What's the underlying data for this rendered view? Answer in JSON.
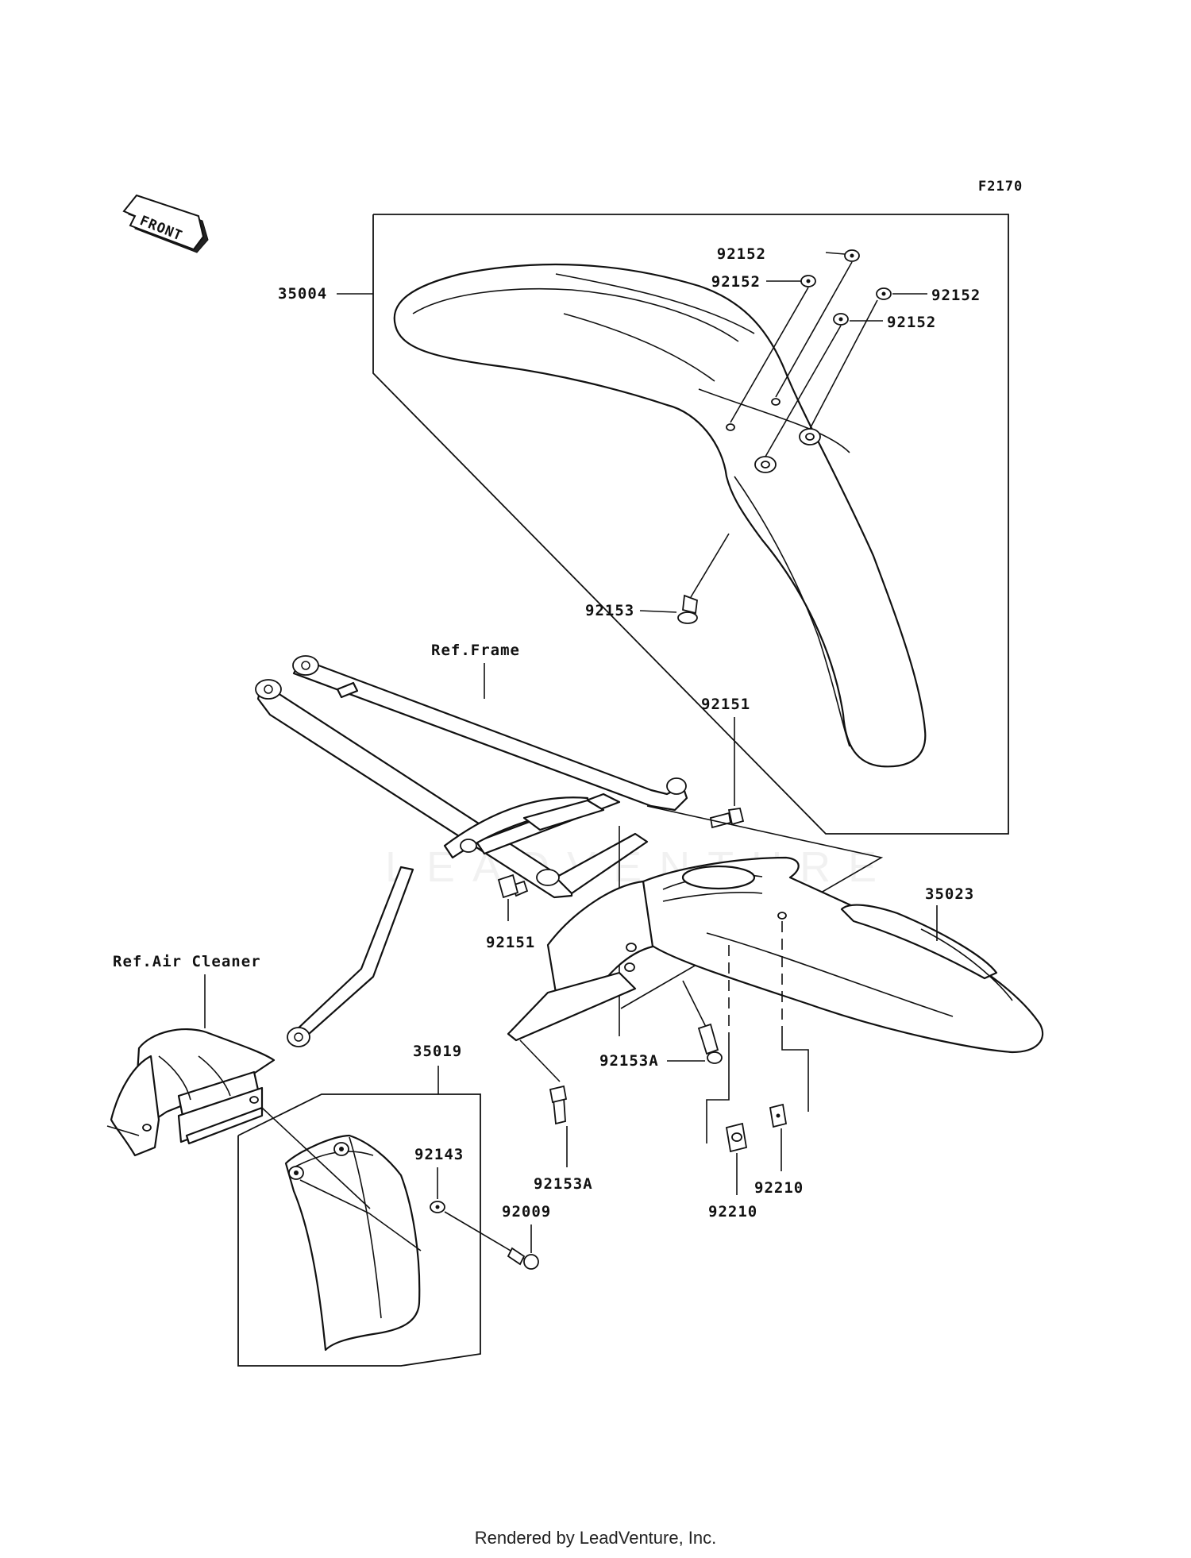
{
  "figure_code": "F2170",
  "front_arrow_label": "FRONT",
  "watermark": "LEADVENTURE",
  "footer": "Rendered by LeadVenture, Inc.",
  "references": {
    "frame": "Ref.Frame",
    "air_cleaner": "Ref.Air Cleaner"
  },
  "callouts": {
    "front_fender": "35004",
    "washer_a": "92152",
    "washer_b": "92152",
    "washer_c": "92152",
    "washer_d": "92152",
    "front_fender_bolt": "92153",
    "frame_bolt_upper": "92151",
    "frame_bolt_lower": "92151",
    "rear_fender": "35023",
    "rear_fender_bolt_a": "92153A",
    "rear_fender_bolt_b": "92153A",
    "nut_a": "92210",
    "nut_b": "92210",
    "mud_flap": "35019",
    "flap_washer": "92143",
    "flap_screw": "92009"
  }
}
